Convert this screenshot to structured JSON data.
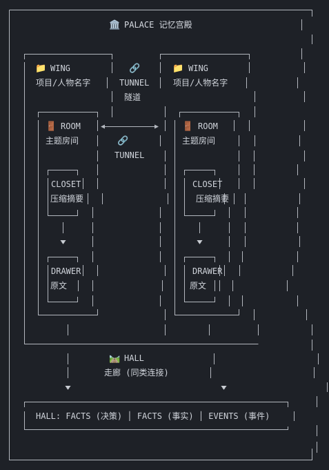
{
  "title": {
    "icon": "classical-building-icon",
    "text": "PALACE 记忆宫殿"
  },
  "wings": [
    {
      "icon": "folder-icon",
      "label": "WING",
      "sublabel": "项目/人物名字"
    },
    {
      "icon": "folder-icon",
      "label": "WING",
      "sublabel": "项目/人物名字"
    }
  ],
  "wing_tunnel": {
    "icon": "link-icon",
    "label": "TUNNEL",
    "sublabel": "隧道"
  },
  "rooms": [
    {
      "icon": "door-icon",
      "label": "ROOM",
      "sublabel": "主题房间"
    },
    {
      "icon": "door-icon",
      "label": "ROOM",
      "sublabel": "主题房间"
    }
  ],
  "room_tunnel": {
    "icon": "link-icon",
    "label": "TUNNEL"
  },
  "closets": [
    {
      "label": "CLOSET",
      "sublabel": "压缩摘要"
    },
    {
      "label": "CLOSET",
      "sublabel": "压缩摘要"
    }
  ],
  "drawers": [
    {
      "label": "DRAWER",
      "sublabel": "原文"
    },
    {
      "label": "DRAWER",
      "sublabel": "原文"
    }
  ],
  "hall": {
    "icon": "railway-track-icon",
    "label": "HALL",
    "sublabel": "走廊 (同类连接)"
  },
  "hall_bar": {
    "text": "HALL: FACTS (决策) │ FACTS (事实) │ EVENTS (事件)"
  }
}
